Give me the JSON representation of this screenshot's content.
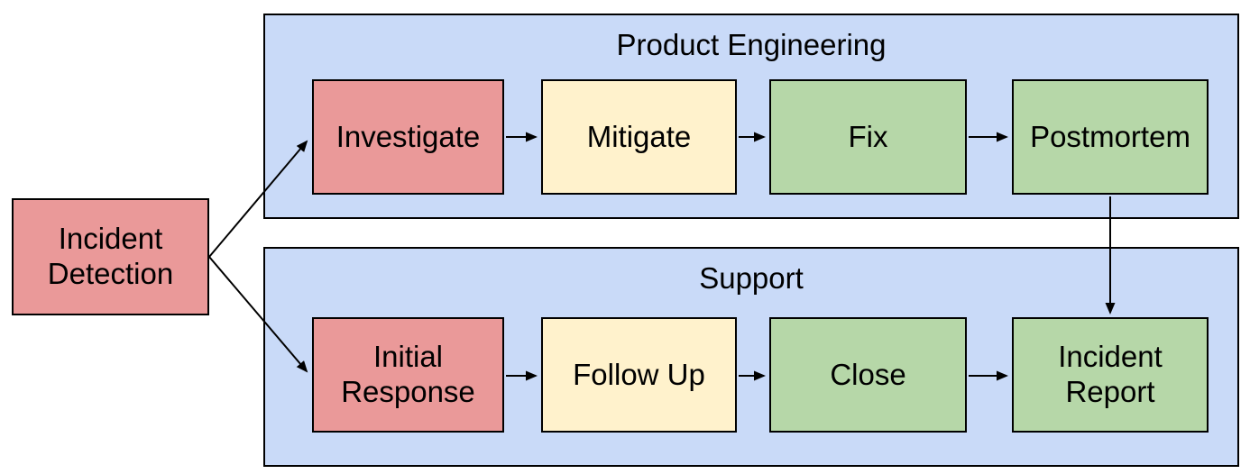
{
  "diagram": {
    "type": "flowchart",
    "start_node": {
      "label": "Incident Detection",
      "color_key": "red"
    },
    "lanes": [
      {
        "title": "Product Engineering",
        "nodes": [
          {
            "label": "Investigate",
            "color_key": "red"
          },
          {
            "label": "Mitigate",
            "color_key": "yellow"
          },
          {
            "label": "Fix",
            "color_key": "green"
          },
          {
            "label": "Postmortem",
            "color_key": "green"
          }
        ]
      },
      {
        "title": "Support",
        "nodes": [
          {
            "label": "Initial Response",
            "color_key": "red"
          },
          {
            "label": "Follow Up",
            "color_key": "yellow"
          },
          {
            "label": "Close",
            "color_key": "green"
          },
          {
            "label": "Incident Report",
            "color_key": "green"
          }
        ]
      }
    ],
    "edges": [
      {
        "from": "Incident Detection",
        "to": "Investigate"
      },
      {
        "from": "Incident Detection",
        "to": "Initial Response"
      },
      {
        "from": "Investigate",
        "to": "Mitigate"
      },
      {
        "from": "Mitigate",
        "to": "Fix"
      },
      {
        "from": "Fix",
        "to": "Postmortem"
      },
      {
        "from": "Postmortem",
        "to": "Incident Report"
      },
      {
        "from": "Initial Response",
        "to": "Follow Up"
      },
      {
        "from": "Follow Up",
        "to": "Close"
      },
      {
        "from": "Close",
        "to": "Incident Report"
      }
    ],
    "colors": {
      "red": "#ea9999",
      "yellow": "#fff2cc",
      "green": "#b6d7a8",
      "lane_fill": "#c9daf8",
      "border": "#000000",
      "background": "#ffffff"
    }
  }
}
